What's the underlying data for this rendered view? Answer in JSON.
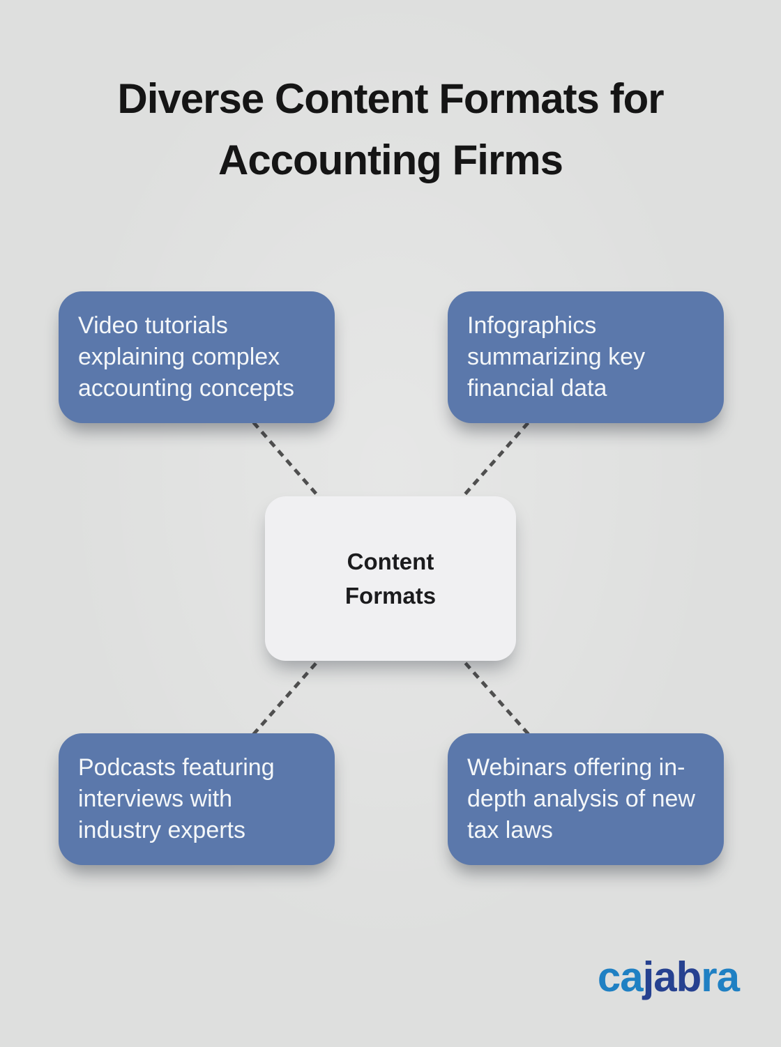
{
  "title": "Diverse Content Formats for\nAccounting Firms",
  "center": {
    "label": "Content\nFormats"
  },
  "cards": [
    {
      "position": "top-left",
      "text": "Video tutorials\nexplaining complex\naccounting concepts"
    },
    {
      "position": "top-right",
      "text": "Infographics\nsummarizing key\nfinancial data"
    },
    {
      "position": "bottom-left",
      "text": "Podcasts featuring\ninterviews with\nindustry experts"
    },
    {
      "position": "bottom-right",
      "text": "Webinars offering in-\ndepth analysis of new\ntax laws"
    }
  ],
  "logo": {
    "part1": "ca",
    "part2": "jab",
    "part3": "ra"
  },
  "colors": {
    "background": "#dedfde",
    "card": "#5b78ab",
    "card_text": "#f4f7f9",
    "center_bg": "#f0f0f2",
    "connector": "#4f4f4f",
    "title_text": "#151515",
    "logo_light": "#1f80c3",
    "logo_dark": "#264190"
  }
}
